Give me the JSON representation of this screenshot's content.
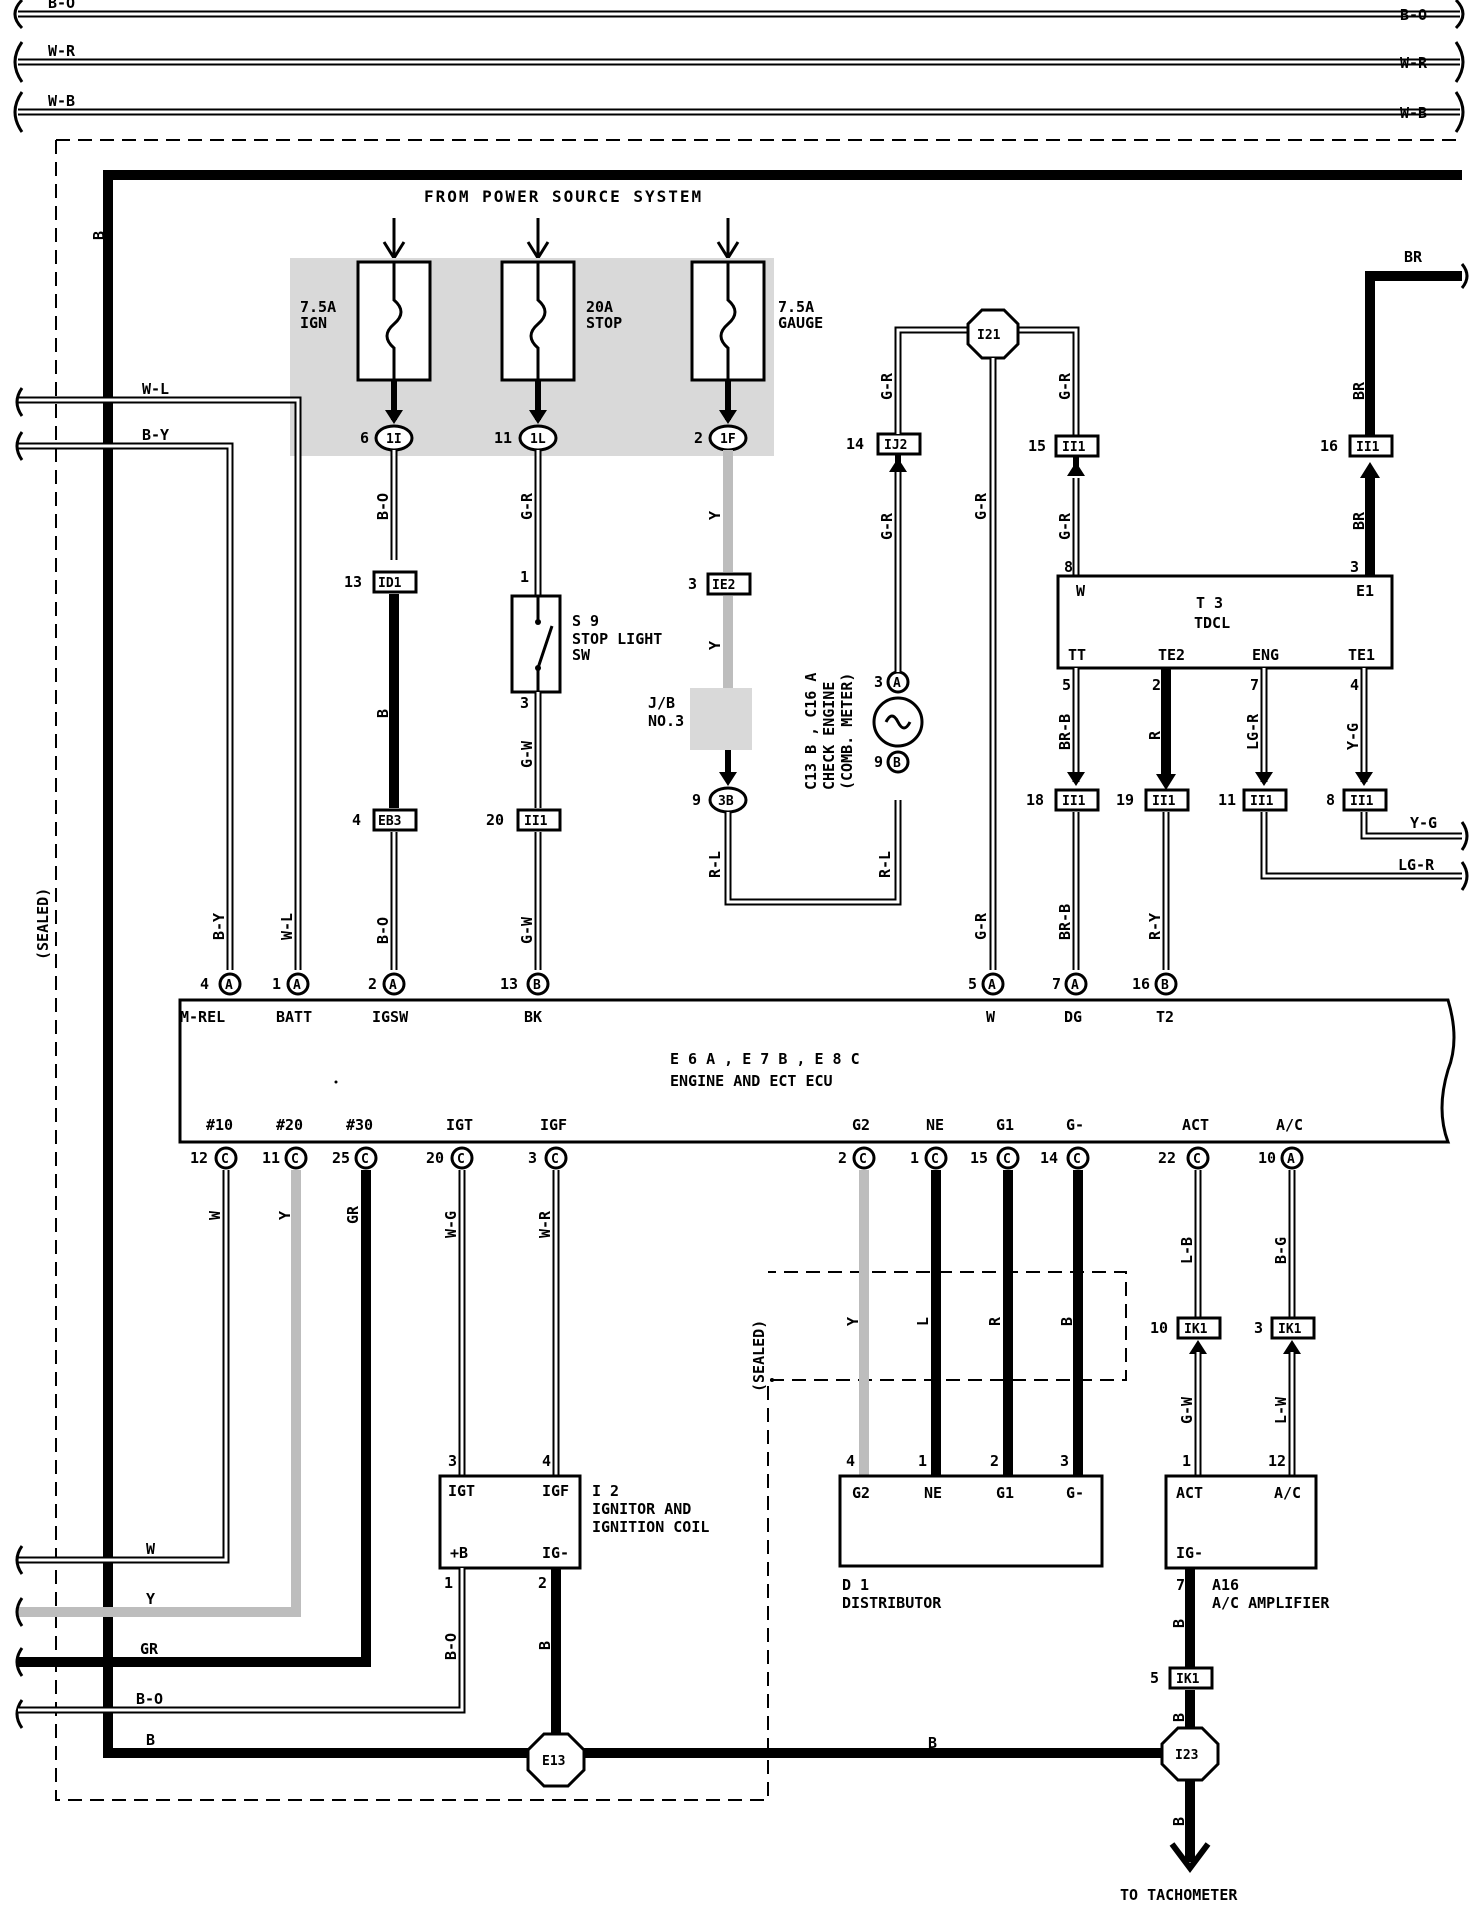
{
  "bus_wires": {
    "left": [
      "B-O",
      "W-R",
      "W-B"
    ],
    "right": [
      "B-O",
      "W-R",
      "W-B"
    ]
  },
  "header": "FROM POWER SOURCE SYSTEM",
  "fuses": [
    {
      "rating": "7.5A",
      "name": "IGN",
      "pin": "6",
      "conn": "1I"
    },
    {
      "rating": "20A",
      "name": "STOP",
      "pin": "11",
      "conn": "1L"
    },
    {
      "rating": "7.5A",
      "name": "GAUGE",
      "pin": "2",
      "conn": "1F"
    }
  ],
  "junctions": {
    "i21": "I21",
    "e13": "E13",
    "i23": "I23"
  },
  "connectors": {
    "id1": {
      "pin": "13",
      "name": "ID1"
    },
    "eb3": {
      "pin": "4",
      "name": "EB3"
    },
    "ii1_20": {
      "pin": "20",
      "name": "II1"
    },
    "ie2": {
      "pin": "3",
      "name": "IE2"
    },
    "jb3b": {
      "pin": "9",
      "name": "3B"
    },
    "ij2": {
      "pin": "14",
      "name": "IJ2"
    },
    "ii1_15": {
      "pin": "15",
      "name": "II1"
    },
    "ii1_16": {
      "pin": "16",
      "name": "II1"
    },
    "ii1_18": {
      "pin": "18",
      "name": "II1"
    },
    "ii1_19": {
      "pin": "19",
      "name": "II1"
    },
    "ii1_11": {
      "pin": "11",
      "name": "II1"
    },
    "ii1_8": {
      "pin": "8",
      "name": "II1"
    },
    "ik1_10": {
      "pin": "10",
      "name": "IK1"
    },
    "ik1_3": {
      "pin": "3",
      "name": "IK1"
    },
    "ik1_5": {
      "pin": "5",
      "name": "IK1"
    }
  },
  "stop_switch": {
    "id": "S 9",
    "name1": "STOP LIGHT",
    "name2": "SW",
    "pin_top": "1",
    "pin_bottom": "3"
  },
  "jb3": {
    "line1": "J/B",
    "line2": "NO.3"
  },
  "check_engine": {
    "line1": "C13 B , C16 A",
    "line2": "CHECK ENGINE",
    "line3": "(COMB. METER)",
    "pin_a": "3",
    "pin_b": "9"
  },
  "tdcl": {
    "id": "T 3",
    "name": "TDCL",
    "pins": {
      "w": "W",
      "e1": "E1",
      "tt": "TT",
      "te2": "TE2",
      "eng": "ENG",
      "te1": "TE1"
    }
  },
  "ecu": {
    "title_line1": "E 6 A , E 7 B , E 8 C",
    "title_line2": "ENGINE AND ECT ECU",
    "top_pins": [
      {
        "num": "4",
        "conn": "A",
        "label": "M-REL"
      },
      {
        "num": "1",
        "conn": "A",
        "label": "BATT"
      },
      {
        "num": "2",
        "conn": "A",
        "label": "IGSW"
      },
      {
        "num": "13",
        "conn": "B",
        "label": "BK"
      },
      {
        "num": "5",
        "conn": "A",
        "label": "W"
      },
      {
        "num": "7",
        "conn": "A",
        "label": "DG"
      },
      {
        "num": "16",
        "conn": "B",
        "label": "T2"
      }
    ],
    "bottom_pins": [
      {
        "num": "12",
        "conn": "C",
        "label": "#10"
      },
      {
        "num": "11",
        "conn": "C",
        "label": "#20"
      },
      {
        "num": "25",
        "conn": "C",
        "label": "#30"
      },
      {
        "num": "20",
        "conn": "C",
        "label": "IGT"
      },
      {
        "num": "3",
        "conn": "C",
        "label": "IGF"
      },
      {
        "num": "2",
        "conn": "C",
        "label": "G2"
      },
      {
        "num": "1",
        "conn": "C",
        "label": "NE"
      },
      {
        "num": "15",
        "conn": "C",
        "label": "G1"
      },
      {
        "num": "14",
        "conn": "C",
        "label": "G-"
      },
      {
        "num": "22",
        "conn": "C",
        "label": "ACT"
      },
      {
        "num": "10",
        "conn": "A",
        "label": "A/C"
      }
    ]
  },
  "ignitor": {
    "id": "I 2",
    "name1": "IGNITOR AND",
    "name2": "IGNITION COIL",
    "pins": {
      "igt": "IGT",
      "igf": "IGF",
      "b": "+B",
      "ig": "IG-"
    },
    "nums": {
      "igt": "3",
      "igf": "4",
      "b": "1",
      "ig": "2"
    }
  },
  "distributor": {
    "id": "D 1",
    "name": "DISTRIBUTOR",
    "pins": [
      "G2",
      "NE",
      "G1",
      "G-"
    ],
    "nums": [
      "4",
      "1",
      "2",
      "3"
    ]
  },
  "ac_amp": {
    "id": "A16",
    "name": "A/C AMPLIFIER",
    "pins": {
      "act": "ACT",
      "ac": "A/C",
      "ig": "IG-"
    },
    "nums": {
      "act": "1",
      "ac": "12",
      "ig": "7"
    }
  },
  "sealed": "(SEALED)",
  "to_tach": "TO TACHOMETER",
  "wire_colors": {
    "b": "B",
    "br": "BR",
    "wl": "W-L",
    "by": "B-Y",
    "bo": "B-O",
    "gr_": "G-R",
    "y": "Y",
    "gw": "G-W",
    "rl": "R-L",
    "brb": "BR-B",
    "r": "R",
    "lgr": "LG-R",
    "yg": "Y-G",
    "ry": "R-Y",
    "w": "W",
    "grb": "GR",
    "wg": "W-G",
    "wr": "W-R",
    "l": "L",
    "rr": "R",
    "lb": "L-B",
    "bg": "B-G",
    "lw": "L-W"
  }
}
